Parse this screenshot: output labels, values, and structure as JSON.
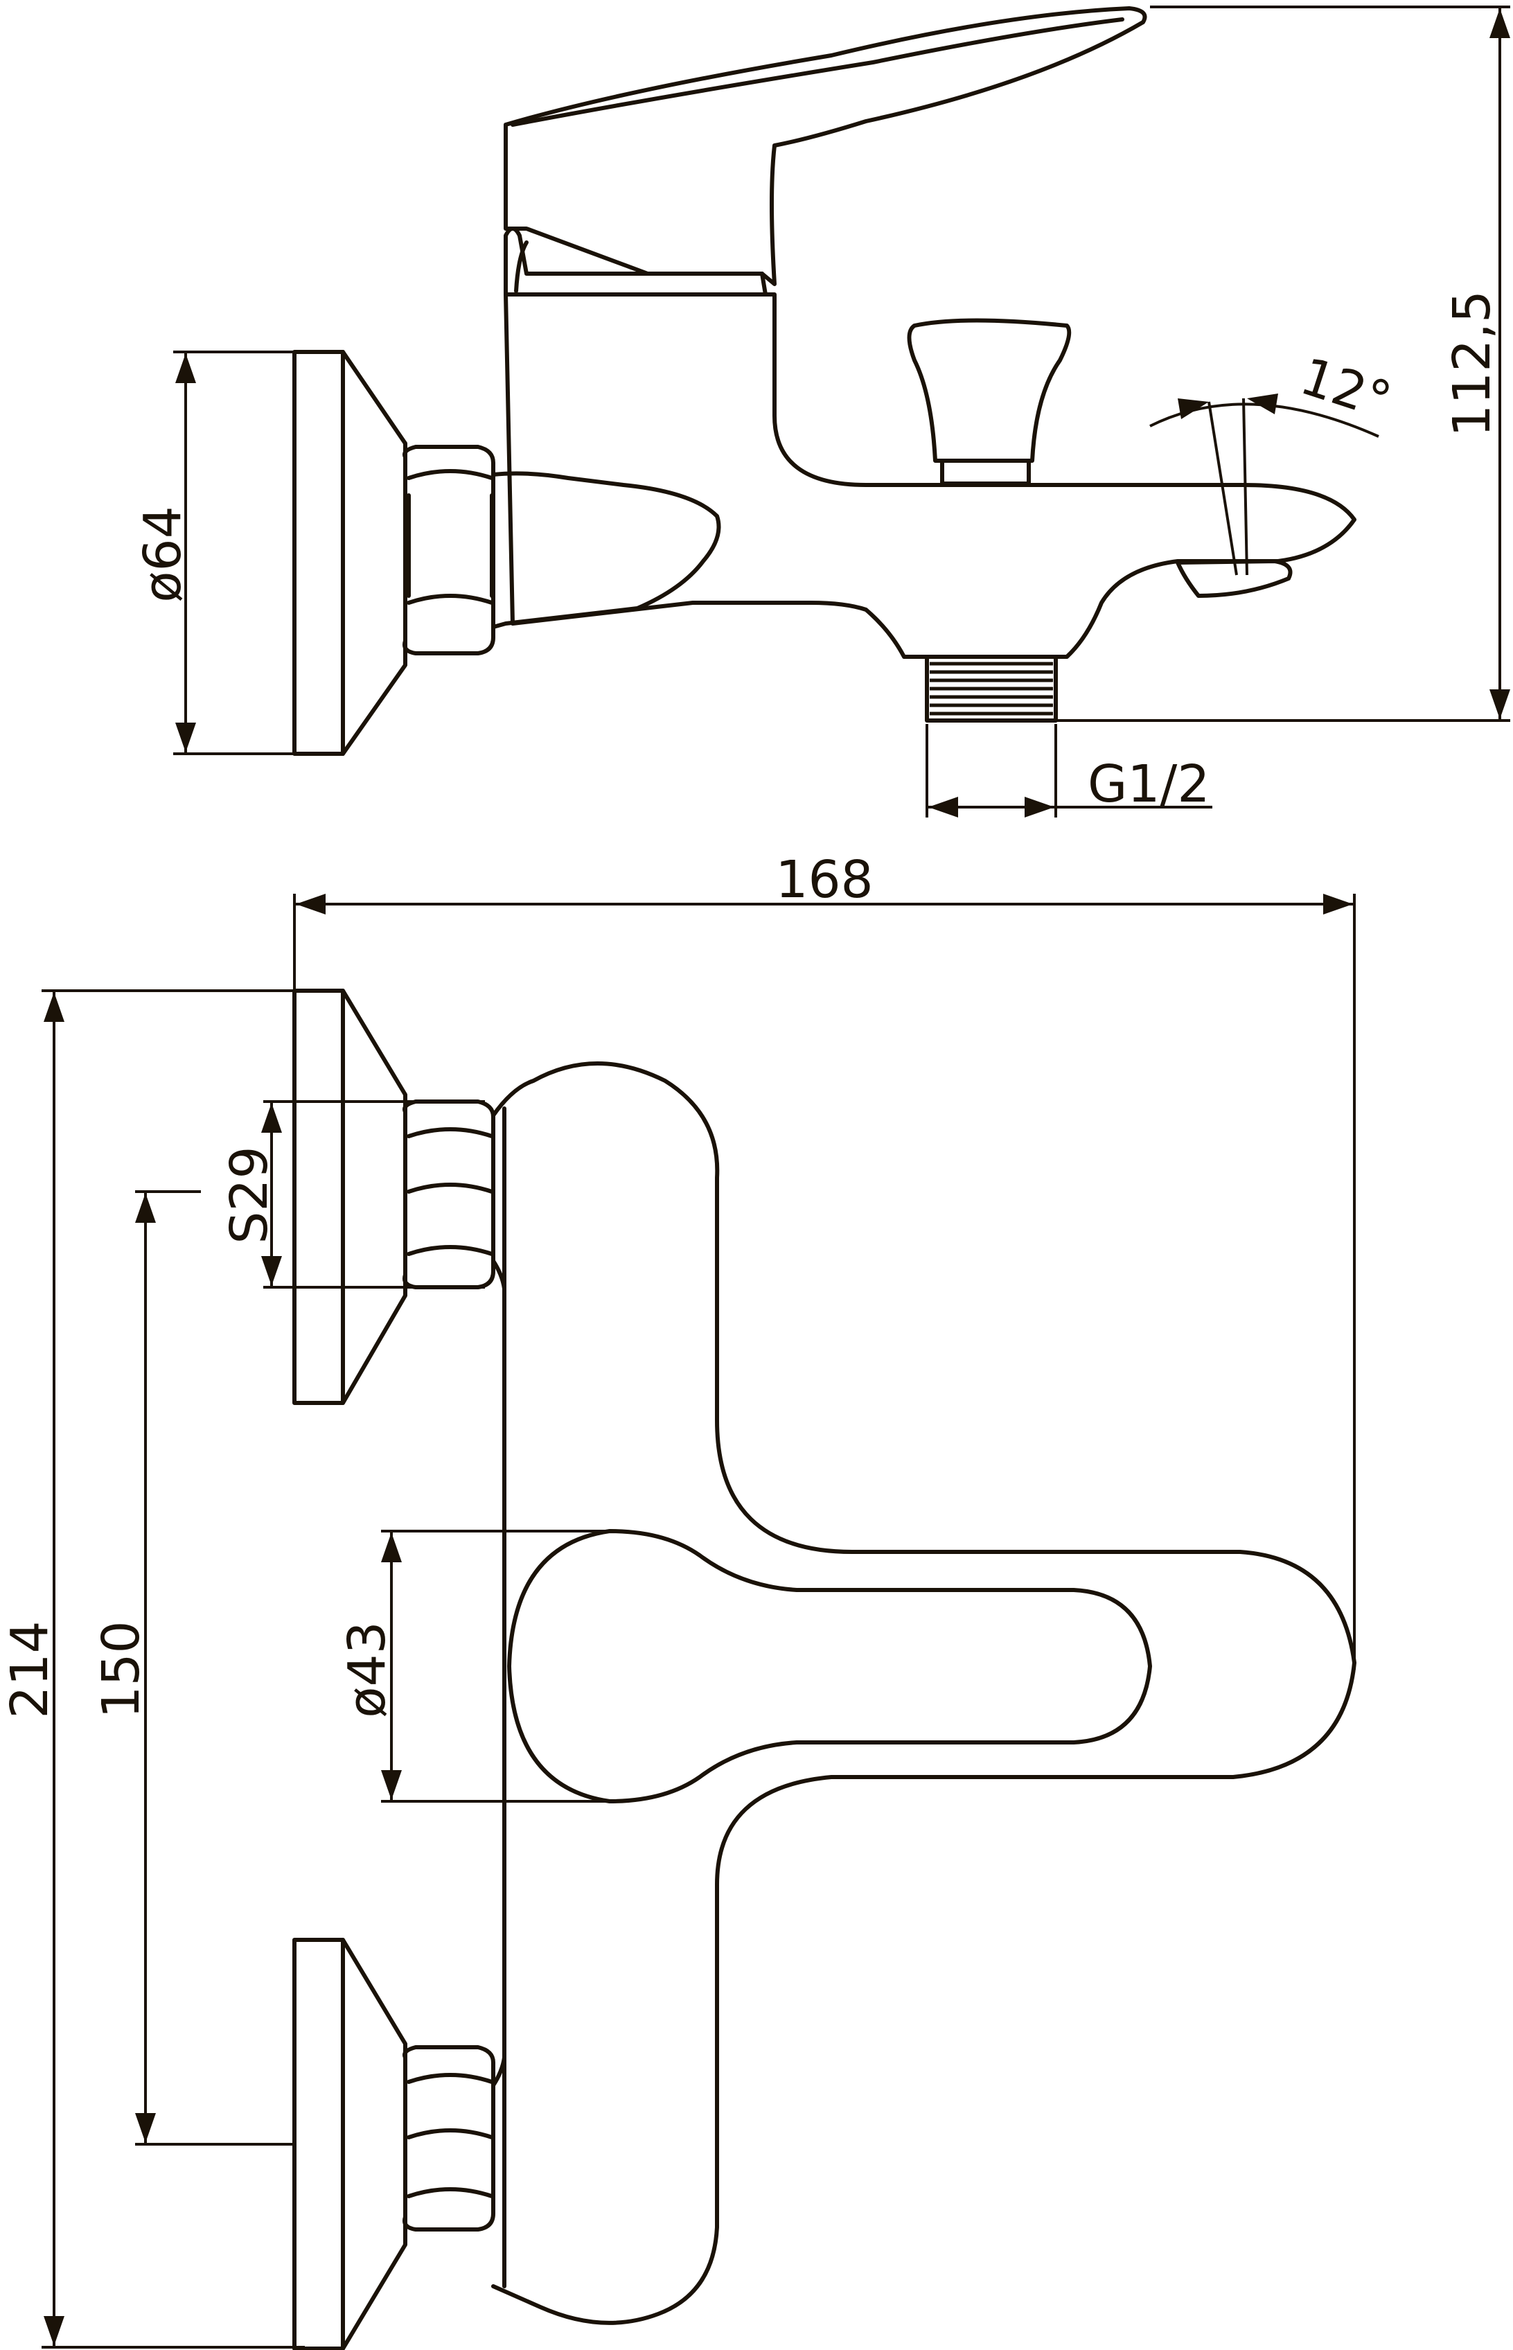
{
  "diagram": {
    "colors": {
      "ink": "#1a1208",
      "paper": "#ffffff"
    },
    "dimensions": {
      "height": "112,5",
      "flange_diameter": "ø64",
      "lever_angle": "12°",
      "outlet_thread": "G1/2",
      "overall_width": "168",
      "overall_length": "214",
      "center_distance": "150",
      "nut_size": "S29",
      "body_diameter": "ø43"
    }
  }
}
